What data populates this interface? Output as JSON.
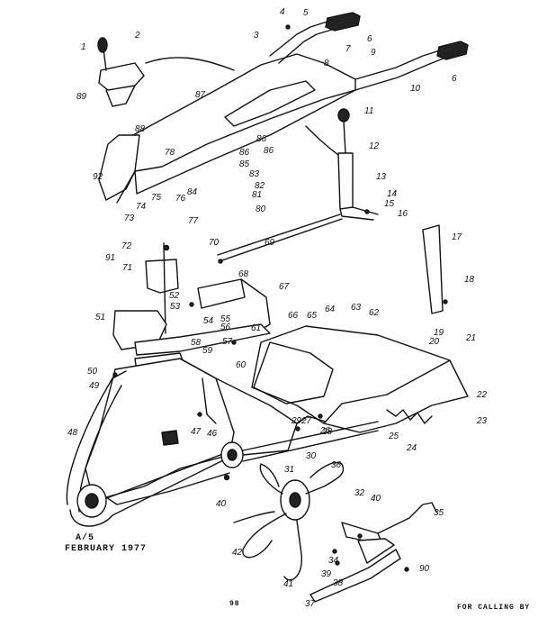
{
  "diagram": {
    "labels": [
      "1",
      "2",
      "3",
      "4",
      "5",
      "6",
      "6",
      "7",
      "8",
      "9",
      "10",
      "11",
      "12",
      "13",
      "14",
      "15",
      "16",
      "17",
      "18",
      "19",
      "20",
      "21",
      "22",
      "23",
      "24",
      "25",
      "26",
      "27",
      "28",
      "29",
      "30",
      "31",
      "32",
      "34",
      "35",
      "36",
      "37",
      "38",
      "39",
      "40",
      "40",
      "41",
      "42",
      "46",
      "47",
      "48",
      "49",
      "50",
      "51",
      "52",
      "53",
      "54",
      "55",
      "56",
      "57",
      "58",
      "59",
      "60",
      "61",
      "62",
      "63",
      "64",
      "65",
      "66",
      "67",
      "68",
      "69",
      "70",
      "71",
      "72",
      "73",
      "74",
      "75",
      "76",
      "77",
      "78",
      "80",
      "81",
      "82",
      "83",
      "84",
      "85",
      "86",
      "86",
      "86",
      "87",
      "88",
      "89",
      "90",
      "91",
      "92"
    ]
  },
  "footer": {
    "code": "A/5",
    "date": "FEBRUARY 1977",
    "page_mark": "98",
    "bottom_right": "FOR CALLING BY"
  }
}
